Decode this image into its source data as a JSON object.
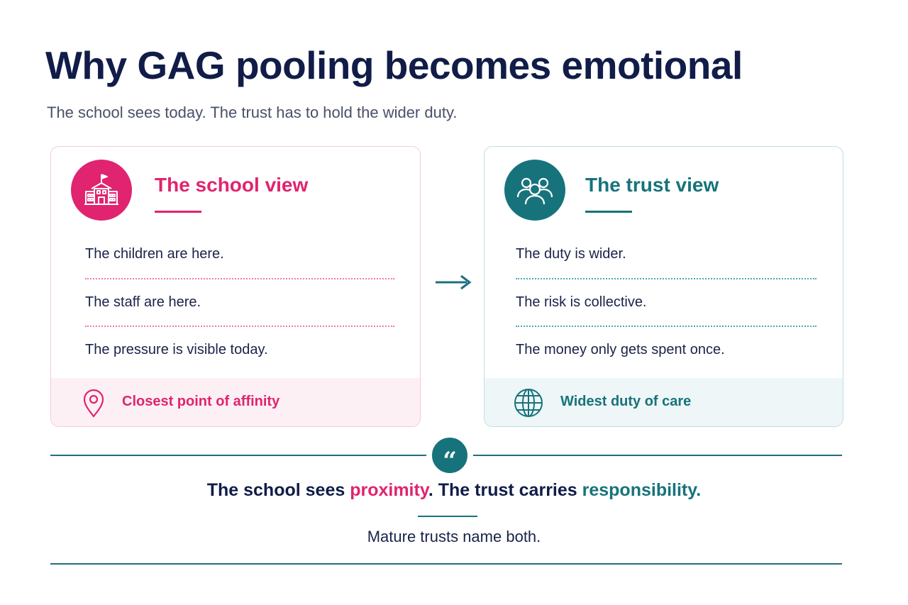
{
  "title": "Why GAG pooling becomes emotional",
  "subtitle": "The school sees today. The trust has to hold the wider duty.",
  "school_card": {
    "heading": "The school view",
    "icon": "school-building-icon",
    "points": [
      "The children are here.",
      "The staff are here.",
      "The pressure is visible today."
    ],
    "footer_icon": "location-pin-icon",
    "footer_label": "Closest point of affinity",
    "accent_color": "#e0246f"
  },
  "trust_card": {
    "heading": "The trust view",
    "icon": "people-group-icon",
    "points": [
      "The duty is wider.",
      "The risk is collective.",
      "The money only gets spent once."
    ],
    "footer_icon": "globe-icon",
    "footer_label": "Widest duty of care",
    "accent_color": "#17737b"
  },
  "connector_icon": "arrow-right-icon",
  "quote": {
    "icon": "quote-mark-icon",
    "glyph": "“",
    "part1": "The school sees ",
    "highlight1": "proximity",
    "part2": ". The trust carries ",
    "highlight2": "responsibility."
  },
  "closing": "Mature trusts name both."
}
